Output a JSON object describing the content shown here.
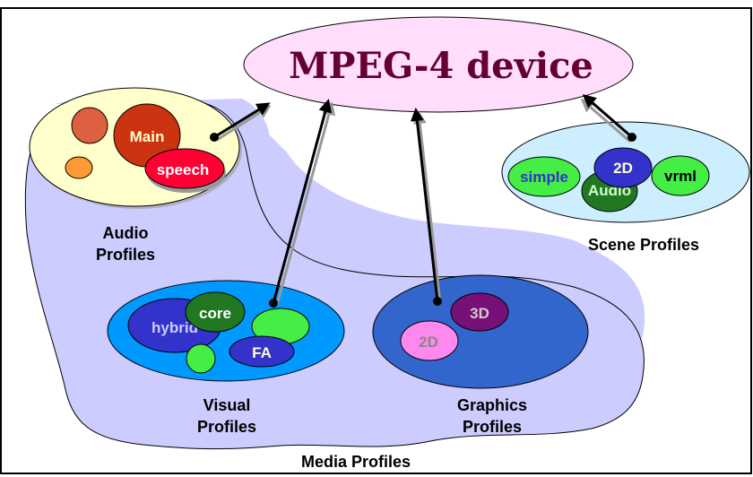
{
  "device": {
    "title": "MPEG-4 device",
    "fill": "#ffddfb",
    "text_color": "#660033"
  },
  "media_profiles": {
    "label": "Media Profiles",
    "fill": "#ccccff"
  },
  "audio_profiles": {
    "label_line1": "Audio",
    "label_line2": "Profiles",
    "fill": "#ffffcc",
    "items": [
      {
        "label": "",
        "fill": "#dd6040"
      },
      {
        "label": "",
        "fill": "#ff9933"
      },
      {
        "label": "Main",
        "fill": "#cc3311",
        "text_color": "#ffffcc"
      },
      {
        "label": "speech",
        "fill": "#ff0033",
        "text_color": "#ffffff"
      }
    ]
  },
  "scene_profiles": {
    "label": "Scene Profiles",
    "fill": "#cceeff",
    "items": [
      {
        "label": "simple",
        "fill": "#44ee44",
        "text_color": "#3333cc"
      },
      {
        "label": "Audio",
        "fill": "#227722",
        "text_color": "#ccffcc"
      },
      {
        "label": "2D",
        "fill": "#3333cc",
        "text_color": "#ffffcc"
      },
      {
        "label": "vrml",
        "fill": "#44ee44",
        "text_color": "#000000"
      }
    ]
  },
  "visual_profiles": {
    "label_line1": "Visual",
    "label_line2": "Profiles",
    "fill": "#0099ff",
    "items": [
      {
        "label": "hybrid",
        "fill": "#3333cc",
        "text_color": "#ccccff"
      },
      {
        "label": "core",
        "fill": "#227722",
        "text_color": "#ffffff"
      },
      {
        "label": "",
        "fill": "#44ee44"
      },
      {
        "label": "",
        "fill": "#44ee44"
      },
      {
        "label": "FA",
        "fill": "#3333cc",
        "text_color": "#ffffcc"
      }
    ]
  },
  "graphics_profiles": {
    "label_line1": "Graphics",
    "label_line2": "Profiles",
    "fill": "#3366cc",
    "items": [
      {
        "label": "3D",
        "fill": "#771177",
        "text_color": "#cccccc"
      },
      {
        "label": "2D",
        "fill": "#ff88ee",
        "text_color": "#888888"
      }
    ]
  },
  "connections": [
    {
      "from": "audio-profiles",
      "to": "mpeg4-device"
    },
    {
      "from": "visual-profiles",
      "to": "mpeg4-device"
    },
    {
      "from": "graphics-profiles",
      "to": "mpeg4-device"
    },
    {
      "from": "scene-profiles",
      "to": "mpeg4-device"
    }
  ]
}
